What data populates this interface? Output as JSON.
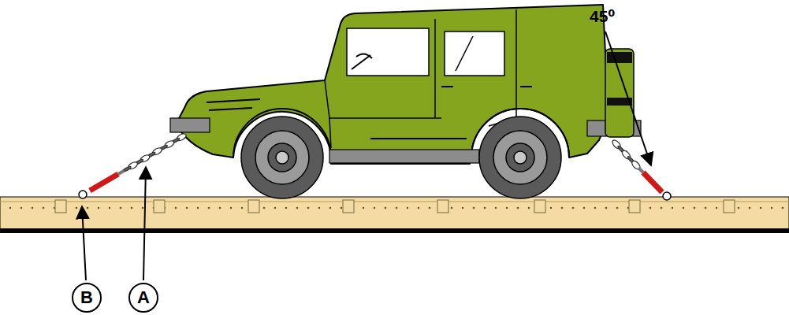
{
  "diagram": {
    "nodes": [
      {
        "text": [
          "B"
        ]
      },
      {
        "text": [
          "A"
        ]
      }
    ],
    "labels": [
      "45⁰"
    ]
  }
}
